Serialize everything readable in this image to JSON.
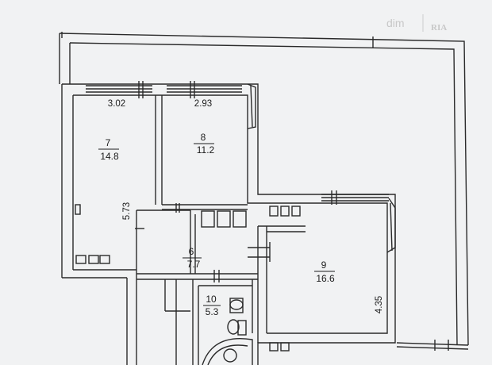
{
  "watermark": {
    "text": "dim",
    "logo": "RIA"
  },
  "rooms": [
    {
      "number": "7",
      "area": "14.8"
    },
    {
      "number": "8",
      "area": "11.2"
    },
    {
      "number": "6",
      "area": "7.7"
    },
    {
      "number": "10",
      "area": "5.3"
    },
    {
      "number": "9",
      "area": "16.6"
    }
  ],
  "dimensions": [
    "3.02",
    "2.93",
    "5.73",
    "4.35"
  ],
  "colors": {
    "wall": "#2a2a2a",
    "background": "#f1f2f3",
    "watermark": "#c8c8c8"
  }
}
